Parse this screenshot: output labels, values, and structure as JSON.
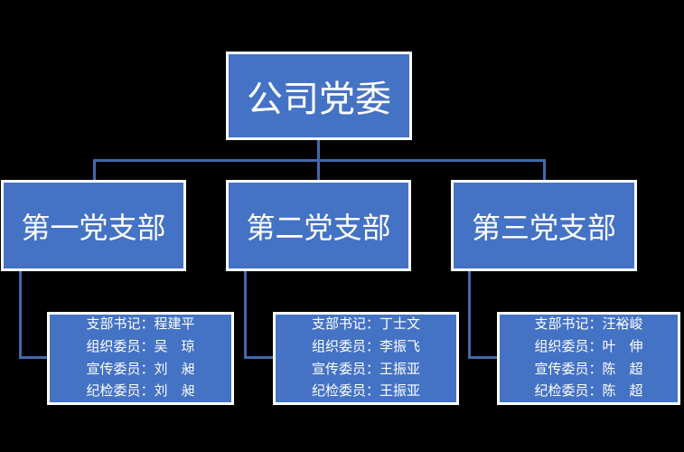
{
  "colors": {
    "background": "#000000",
    "box_fill": "#4472C4",
    "box_border": "#FFFFFF",
    "connector_color": "#4169AC",
    "text_color": "#FFFFFF"
  },
  "root": {
    "label": "公司党委"
  },
  "branches": [
    {
      "label": "第一党支部",
      "lines": [
        "支部书记：程建平",
        "组织委员：吴　琼",
        "宣传委员：刘　昶",
        "纪检委员：刘　昶"
      ]
    },
    {
      "label": "第二党支部",
      "lines": [
        "支部书记：丁士文",
        "组织委员：李振飞",
        "宣传委员：王振亚",
        "纪检委员：王振亚"
      ]
    },
    {
      "label": "第三党支部",
      "lines": [
        "支部书记：汪裕峻",
        "组织委员：叶　伸",
        "宣传委员：陈　超",
        "纪检委员：陈　超"
      ]
    }
  ]
}
